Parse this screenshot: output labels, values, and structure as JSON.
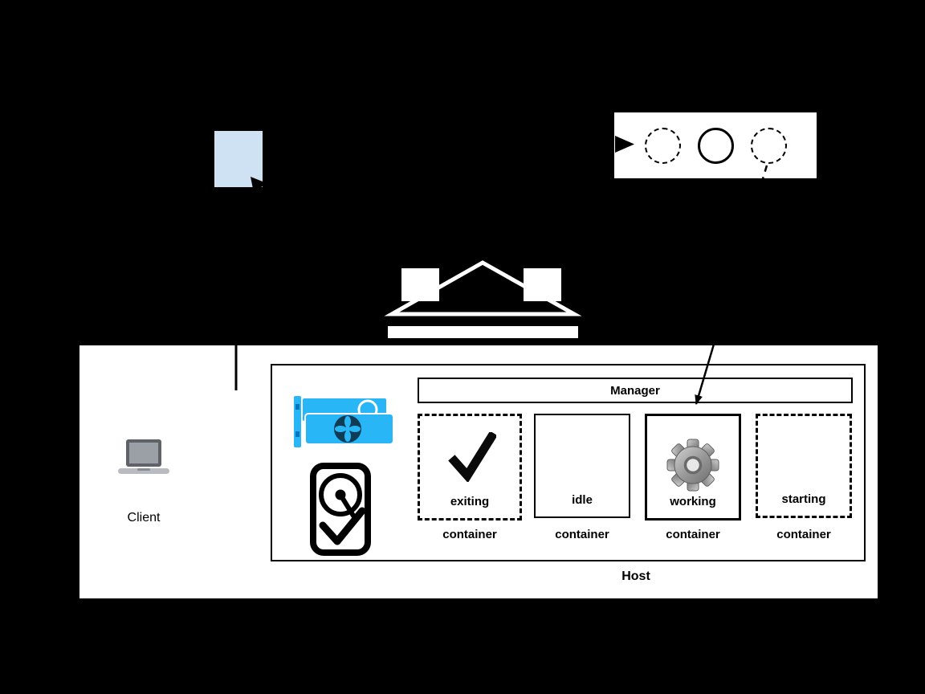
{
  "diagram": {
    "document": {
      "icon": "document-icon",
      "color": "#cfe2f3"
    },
    "queue": {
      "icon": "task-queue-panel",
      "circles": [
        {
          "style": "dashed"
        },
        {
          "style": "solid"
        },
        {
          "style": "dashed"
        }
      ],
      "input_arrow": "right-arrow"
    },
    "gateway": {
      "icon": "gateway-icon"
    },
    "client": {
      "label": "Client",
      "icon": "laptop-icon"
    },
    "host": {
      "label": "Host",
      "manager": {
        "label": "Manager"
      },
      "resource_icons": [
        "gpu-icon",
        "hard-disk-icon"
      ],
      "containers": [
        {
          "label": "exiting",
          "caption": "container",
          "border": "dashed",
          "icon": "checkmark-icon"
        },
        {
          "label": "idle",
          "caption": "container",
          "border": "solid",
          "icon": ""
        },
        {
          "label": "working",
          "caption": "container",
          "border": "solid",
          "icon": "gear-icon"
        },
        {
          "label": "starting",
          "caption": "container",
          "border": "dashed",
          "icon": ""
        }
      ]
    },
    "colors": {
      "background": "#000000",
      "panel": "#ffffff",
      "line": "#000000",
      "document_blue": "#cfe2f3",
      "gpu_cyan": "#29b6f6",
      "gpu_dark": "#0e3c55",
      "gear_gray": "#9a9a9a"
    }
  }
}
